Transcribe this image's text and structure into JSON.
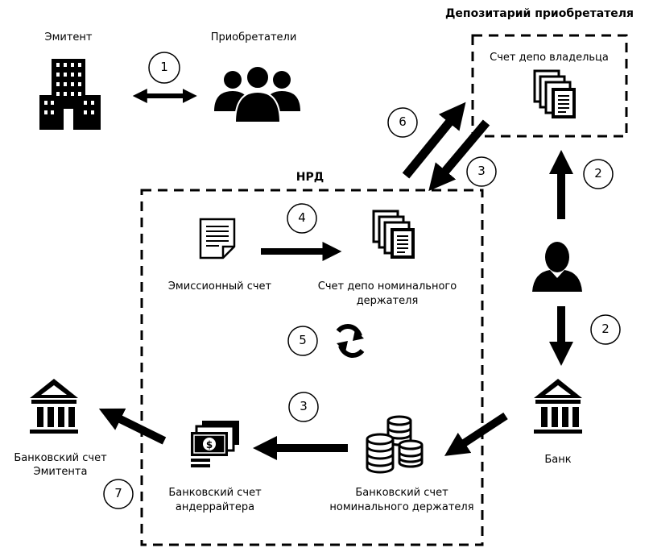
{
  "labels": {
    "issuer": "Эмитент",
    "buyers": "Приобретатели",
    "buyer_depository": "Депозитарий приобретателя",
    "owner_depo_account": "Счет депо владельца",
    "nsd": "НРД",
    "issue_account": "Эмиссионный счет",
    "nominee_depo_line1": "Счет депо номинального",
    "nominee_depo_line2": "держателя",
    "bank": "Банк",
    "issuer_bank_line1": "Банковский счет",
    "issuer_bank_line2": "Эмитента",
    "underwriter_line1": "Банковский счет",
    "underwriter_line2": "андеррайтера",
    "nominee_bank_line1": "Банковский счет",
    "nominee_bank_line2": "номинального держателя"
  },
  "steps": {
    "s1": "1",
    "s2a": "2",
    "s2b": "2",
    "s3a": "3",
    "s3b": "3",
    "s4": "4",
    "s5": "5",
    "s6": "6",
    "s7": "7"
  },
  "icons": [
    "building-icon",
    "people-group-icon",
    "documents-stack-icon",
    "document-icon",
    "person-icon",
    "bank-icon",
    "coins-stack-icon",
    "banknotes-icon",
    "refresh-cycle-icon"
  ]
}
